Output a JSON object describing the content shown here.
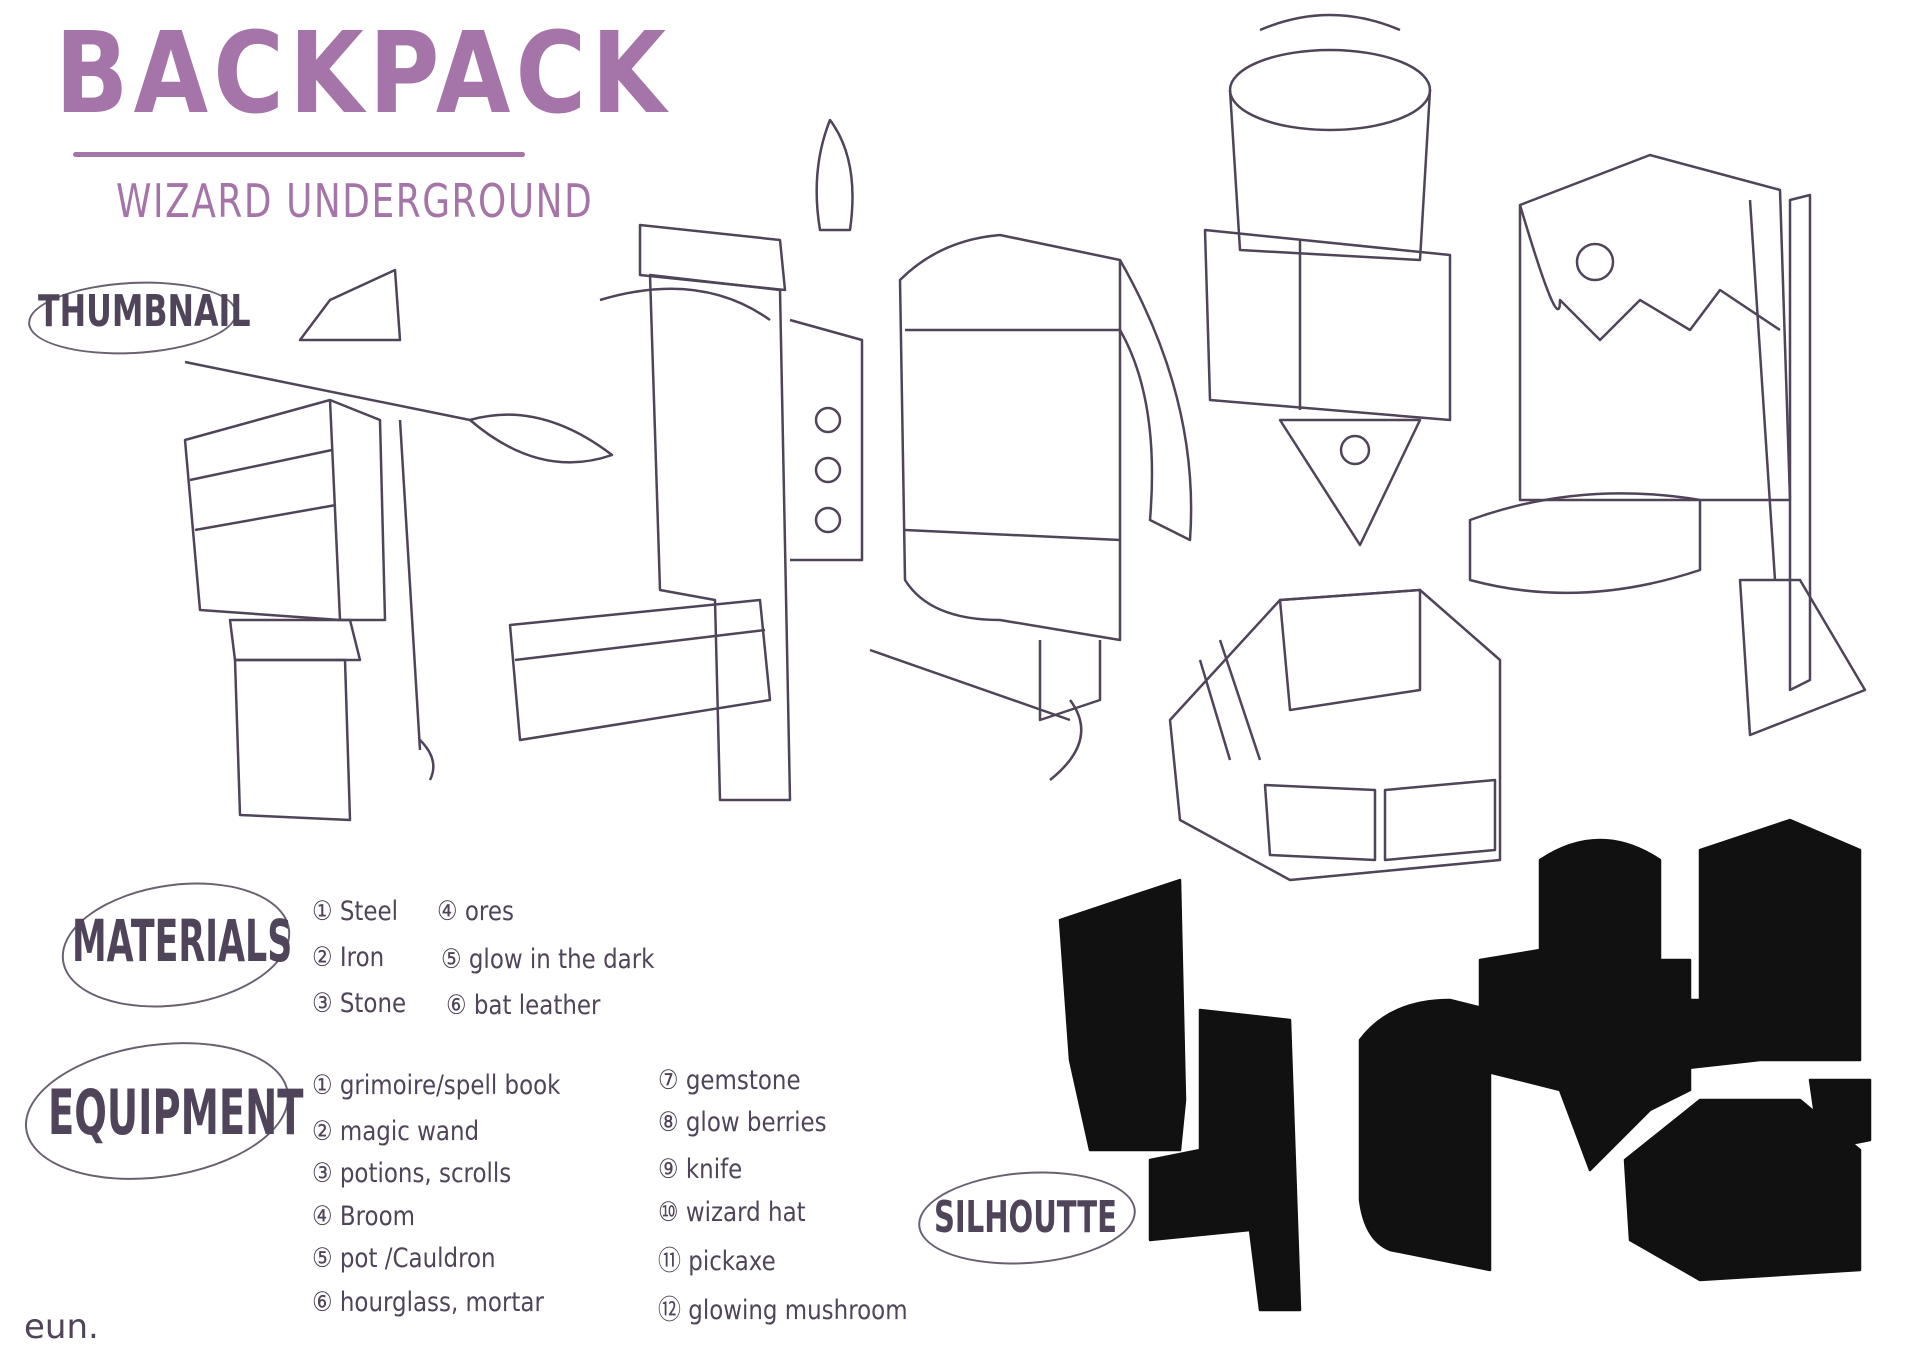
{
  "header": {
    "title": "BACKPACK",
    "subtitle": "WIZARD UNDERGROUND",
    "accent_color": "#a574a8"
  },
  "sections": {
    "thumbnail": "THUMBNAIL",
    "materials": "MATERIALS",
    "equipment": "EQUIPMENT",
    "silhouette": "SILHOUTTE"
  },
  "materials": [
    "① Steel",
    "② Iron",
    "③ Stone",
    "④ ores",
    "⑤ glow in the dark",
    "⑥ bat leather"
  ],
  "equipment": [
    "① grimoire/spell book",
    "② magic wand",
    "③ potions, scrolls",
    "④ Broom",
    "⑤ pot /Cauldron",
    "⑥ hourglass, mortar",
    "⑦ gemstone",
    "⑧ glow berries",
    "⑨ knife",
    "⑩ wizard hat",
    "⑪ pickaxe",
    "⑫ glowing mushroom"
  ],
  "signature": "eun.",
  "text_color": "#4f4459"
}
